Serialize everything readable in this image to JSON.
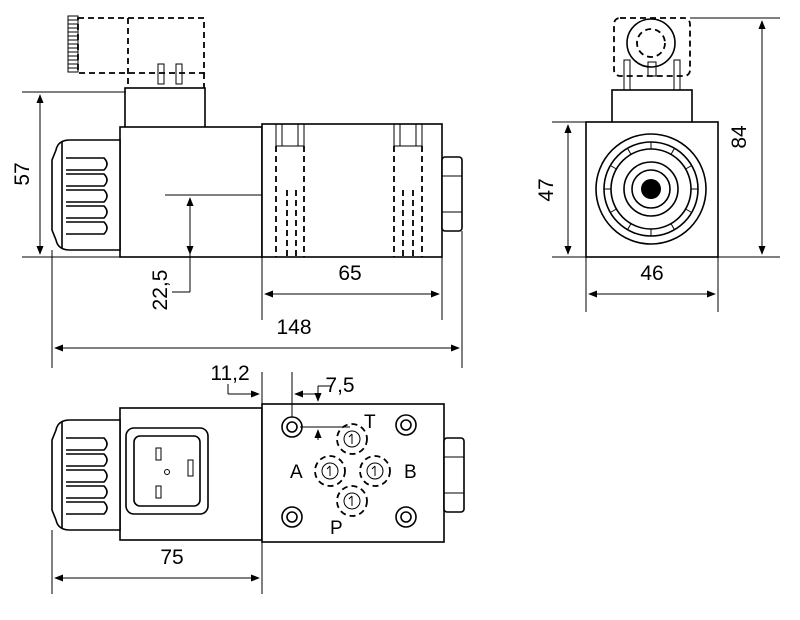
{
  "dimensions": {
    "d57": "57",
    "d84": "84",
    "d47": "47",
    "d46": "46",
    "d22_5": "22,5",
    "d65": "65",
    "d148": "148",
    "d11_2": "11,2",
    "d7_5": "7,5",
    "d75": "75"
  },
  "ports": {
    "A": "A",
    "B": "B",
    "T": "T",
    "P": "P"
  }
}
